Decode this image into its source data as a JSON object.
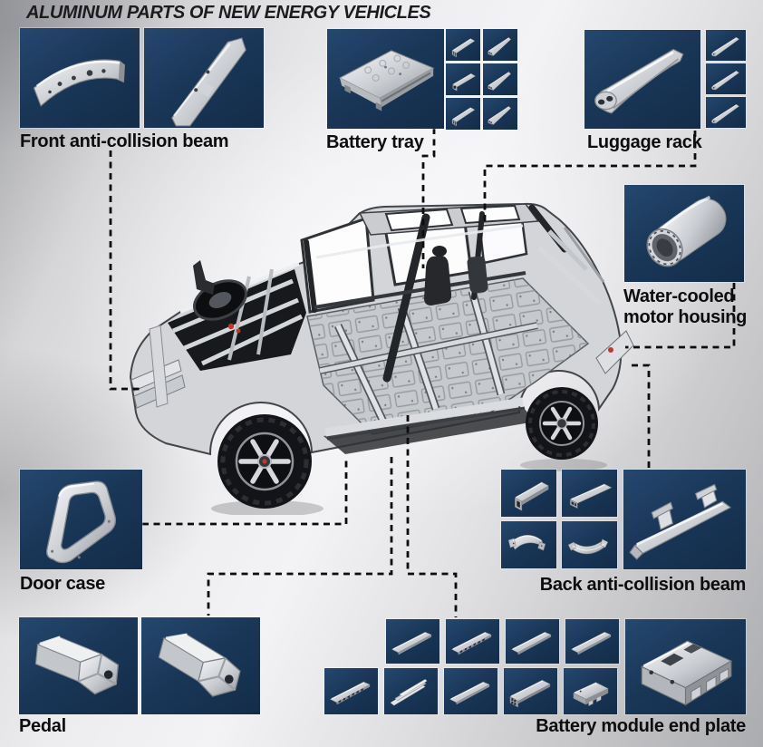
{
  "title": "ALUMINUM PARTS OF NEW ENERGY VEHICLES",
  "colors": {
    "panel_navy": "#1a3553",
    "connector": "#0d0d0d",
    "label_text": "#0d0d0e",
    "title_text": "#1c1c1e",
    "aluminum_highlight": "#f4f5f7",
    "accent_red": "#c8342c"
  },
  "car_illustration_icon": "aluminum-body-frame-car-cutaway-icon",
  "groups": {
    "front_beam": {
      "label": "Front anti-collision beam",
      "tiles": [
        {
          "icon": "curved-beam"
        },
        {
          "icon": "diagonal-beam"
        }
      ]
    },
    "battery_tray": {
      "label": "Battery tray",
      "tiles_main": [
        {
          "icon": "battery-tray"
        }
      ],
      "tiles_small": [
        {
          "icon": "profile-1"
        },
        {
          "icon": "profile-2"
        },
        {
          "icon": "profile-3"
        },
        {
          "icon": "profile-2"
        },
        {
          "icon": "profile-1"
        },
        {
          "icon": "profile-2"
        }
      ]
    },
    "luggage_rack": {
      "label": "Luggage rack",
      "tiles_main": [
        {
          "icon": "rail"
        }
      ],
      "tiles_small": [
        {
          "icon": "rail-s"
        },
        {
          "icon": "rail-s"
        },
        {
          "icon": "rail-s"
        }
      ]
    },
    "water_motor_housing": {
      "label": "Water-cooled\nmotor housing",
      "tiles": [
        {
          "icon": "cylinder"
        }
      ]
    },
    "door_case": {
      "label": "Door case",
      "tiles": [
        {
          "icon": "door-frame"
        }
      ]
    },
    "back_beam": {
      "label": "Back anti-collision beam",
      "tiles_small": [
        {
          "icon": "rect-tube"
        },
        {
          "icon": "flat-tube"
        },
        {
          "icon": "bracket-a"
        },
        {
          "icon": "bracket-b"
        }
      ],
      "tiles_main": [
        {
          "icon": "backbeam"
        }
      ]
    },
    "pedal": {
      "label": "Pedal",
      "tiles": [
        {
          "icon": "hex-block"
        },
        {
          "icon": "hex-block-2"
        }
      ]
    },
    "battery_module_end_plate": {
      "label": "Battery module end plate",
      "tiles_top": [
        {
          "icon": "plate"
        },
        {
          "icon": "plate-ribbed"
        },
        {
          "icon": "plate"
        },
        {
          "icon": "plate"
        }
      ],
      "tiles_bottom": [
        {
          "icon": "plate-ribbed"
        },
        {
          "icon": "plate-tri"
        },
        {
          "icon": "plate"
        },
        {
          "icon": "plate-thick"
        },
        {
          "icon": "block-tabs"
        }
      ],
      "tiles_main": [
        {
          "icon": "endplate-big"
        }
      ]
    }
  }
}
